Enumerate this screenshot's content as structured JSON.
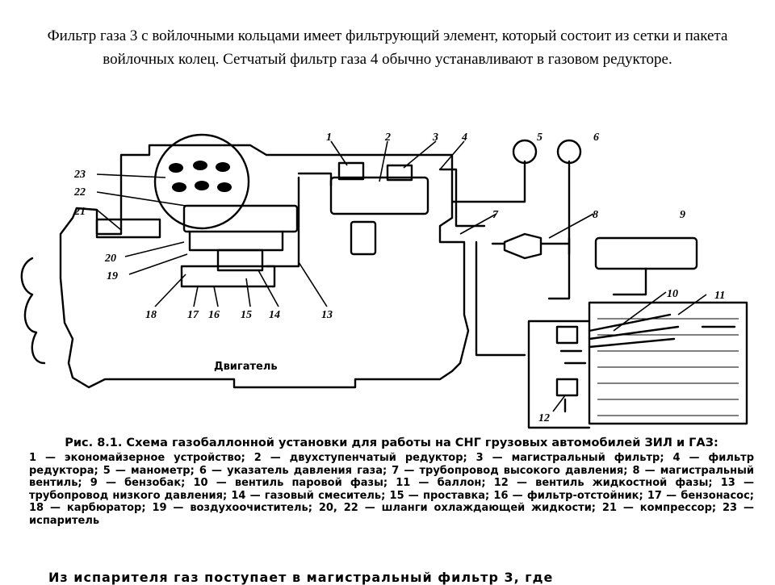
{
  "intro": {
    "text": "Фильтр газа 3 с войлочными кольцами имеет фильтрующий элемент, который состоит из сетки и пакета войлочных колец. Сетчатый фильтр газа 4 обычно устанавливают в газовом редукторе."
  },
  "diagram": {
    "engine_label": "Двигатель",
    "numbers": [
      "1",
      "2",
      "3",
      "4",
      "5",
      "6",
      "7",
      "8",
      "9",
      "10",
      "11",
      "12",
      "13",
      "14",
      "15",
      "16",
      "17",
      "18",
      "19",
      "20",
      "21",
      "22",
      "23"
    ]
  },
  "caption": {
    "title": "Рис. 8.1. Схема газобаллонной установки для работы на СНГ грузовых автомобилей ЗИЛ и ГАЗ:",
    "legend": "1 — экономайзерное устройство; 2 — двухступенчатый редуктор; 3 — магистральный фильтр; 4 — фильтр редуктора; 5 — манометр; 6 — указатель давления газа; 7 — трубопровод высокого давления; 8 — магистральный вентиль; 9 — бензобак; 10 — вентиль паровой фазы; 11 — баллон; 12 — вентиль жидкостной фазы; 13 — трубопровод низкого давления; 14 — газовый смеситель; 15 — проставка; 16 — фильтр-отстойник; 17 — бензонасос; 18 — карбюратор; 19 — воздухоочиститель; 20, 22 — шланги охлаждающей жидкости; 21 — компрессор; 23 — испаритель"
  },
  "footer": {
    "cutoff_text": "Из испарителя газ поступает в магистральный фильтр 3, где"
  }
}
